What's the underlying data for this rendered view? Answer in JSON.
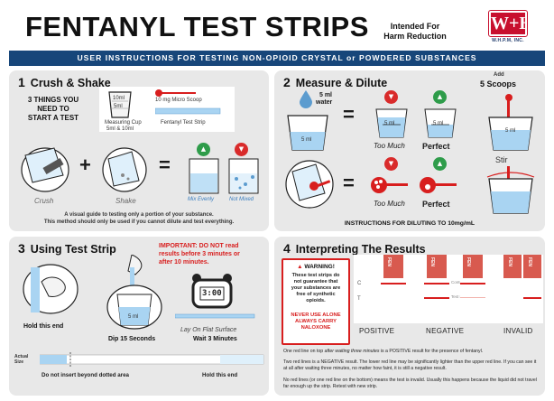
{
  "header": {
    "title": "FENTANYL TEST STRIPS",
    "tagline_line1": "Intended For",
    "tagline_line2": "Harm Reduction",
    "logo_mark": "W+H",
    "logo_text": "W.H.P.M, INC."
  },
  "banner": "USER INSTRUCTIONS FOR TESTING NON-OPIOID CRYSTAL or POWDERED SUBSTANCES",
  "colors": {
    "banner": "#17467a",
    "panel": "#e8e8e8",
    "red": "#d81e1e",
    "green": "#2e9c4a",
    "water": "#a9d4f2",
    "strip_red": "#d85a4f"
  },
  "panel1": {
    "number": "1",
    "title": "Crush & Shake",
    "things_line1": "3 THINGS YOU",
    "things_line2": "NEED TO",
    "things_line3": "START A TEST",
    "cup_top": "10ml",
    "cup_bottom": "5ml",
    "scoop_label": "10 mg Micro Scoop",
    "cup_label_line1": "Measuring Cup",
    "cup_label_line2": "5ml & 10ml",
    "strip_label": "Fentanyl Test Strip",
    "crush_label": "Crush",
    "shake_label": "Shake",
    "mix_evenly": "Mix Evenly",
    "not_mixed": "Not Mixed",
    "plus_sign": "+",
    "equals_sign": "=",
    "note_line1": "A visual guide to testing only a portion of your substance.",
    "note_line2": "This method should only be used if you cannot dilute and test everything."
  },
  "panel2": {
    "number": "2",
    "title": "Measure & Dilute",
    "add_label": "Add",
    "scoops_label": "5 Scoops",
    "water_label_line1": "5 ml",
    "water_label_line2": "water",
    "cup_mark": "5 ml",
    "too_much": "Too Much",
    "perfect": "Perfect",
    "stir_label": "Stir",
    "instructions": "INSTRUCTIONS FOR DILUTING TO 10mg/mL",
    "equals_sign": "="
  },
  "panel3": {
    "number": "3",
    "title": "Using Test Strip",
    "important_line1": "IMPORTANT: DO NOT read",
    "important_line2": "results before 3 minutes or",
    "important_line3": "after 10 minutes.",
    "timer_display": "3:00",
    "cup_mark": "5 ml",
    "hold_end": "Hold this end",
    "dip_label": "Dip 15 Seconds",
    "lay_label": "Lay On Flat Surface",
    "wait_label": "Wait 3 Minutes",
    "actual_size_line1": "Actual",
    "actual_size_line2": "Size",
    "dotted_note": "Do not insert beyond dotted area",
    "hold_end_bottom": "Hold this end"
  },
  "panel4": {
    "number": "4",
    "title": "Interpreting The Results",
    "warning_title": "WARNING!",
    "warning_line1": "These test strips do",
    "warning_line2": "not guarantee that",
    "warning_line3": "your substances are",
    "warning_line4": "free of synthetic",
    "warning_line5": "opioids.",
    "never_line1": "NEVER USE ALONE",
    "never_line2": "ALWAYS CARRY",
    "never_line3": "NALOXONE",
    "strip_text": "FEN",
    "c_label": "C",
    "t_label": "T",
    "control_line": "Control Line",
    "test_line": "Test Line",
    "positive": "POSITIVE",
    "negative": "NEGATIVE",
    "invalid": "INVALID",
    "para1_a": "One red line on top ",
    "para1_b": "after waiting three minutes",
    "para1_c": " is a POSITIVE result for the presence of fentanyl.",
    "para2": "Two red lines is a NEGATIVE result. The lower red line may be significantly lighter than the upper red line. If you can see it at all after waiting three minutes, no matter how faint, it is still a negative result.",
    "para3": "No red lines (or one red line on the bottom) means the test is invalid. Usually this happens because the liquid did not travel far enough up the strip. Retest with new strip."
  }
}
